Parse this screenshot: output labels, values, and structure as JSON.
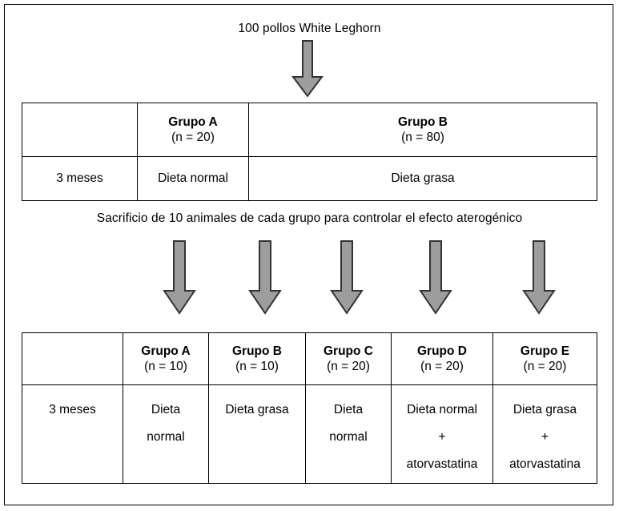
{
  "figure": {
    "title": "100 pollos White Leghorn",
    "mid_caption": "Sacrificio de 10 animales de cada grupo para controlar el efecto aterogénico"
  },
  "colors": {
    "arrow_fill": "#9d9d9d",
    "arrow_stroke": "#333333",
    "border": "#000000",
    "background": "#ffffff"
  },
  "arrows": {
    "top_arrow_name": "down-arrow-icon",
    "split_arrows_count": 5
  },
  "table_top": {
    "header": [
      {
        "label": "",
        "n": ""
      },
      {
        "label": "Grupo A",
        "n": "(n = 20)"
      },
      {
        "label": "Grupo B",
        "n": "(n = 80)"
      }
    ],
    "row": {
      "duration": "3 meses",
      "cells": [
        {
          "line1": "Dieta normal",
          "line2": "",
          "line3": ""
        },
        {
          "line1": "Dieta grasa",
          "line2": "",
          "line3": ""
        }
      ]
    }
  },
  "table_bottom": {
    "header": [
      {
        "label": "",
        "n": ""
      },
      {
        "label": "Grupo A",
        "n": "(n = 10)"
      },
      {
        "label": "Grupo B",
        "n": "(n = 10)"
      },
      {
        "label": "Grupo C",
        "n": "(n = 20)"
      },
      {
        "label": "Grupo D",
        "n": "(n = 20)"
      },
      {
        "label": "Grupo E",
        "n": "(n = 20)"
      }
    ],
    "row": {
      "duration": "3 meses",
      "cells": [
        {
          "line1": "Dieta",
          "line2": "normal",
          "line3": ""
        },
        {
          "line1": "Dieta grasa",
          "line2": "",
          "line3": ""
        },
        {
          "line1": "Dieta",
          "line2": "normal",
          "line3": ""
        },
        {
          "line1": "Dieta normal",
          "line2": "+",
          "line3": "atorvastatina"
        },
        {
          "line1": "Dieta grasa",
          "line2": "+",
          "line3": "atorvastatina"
        }
      ]
    }
  }
}
